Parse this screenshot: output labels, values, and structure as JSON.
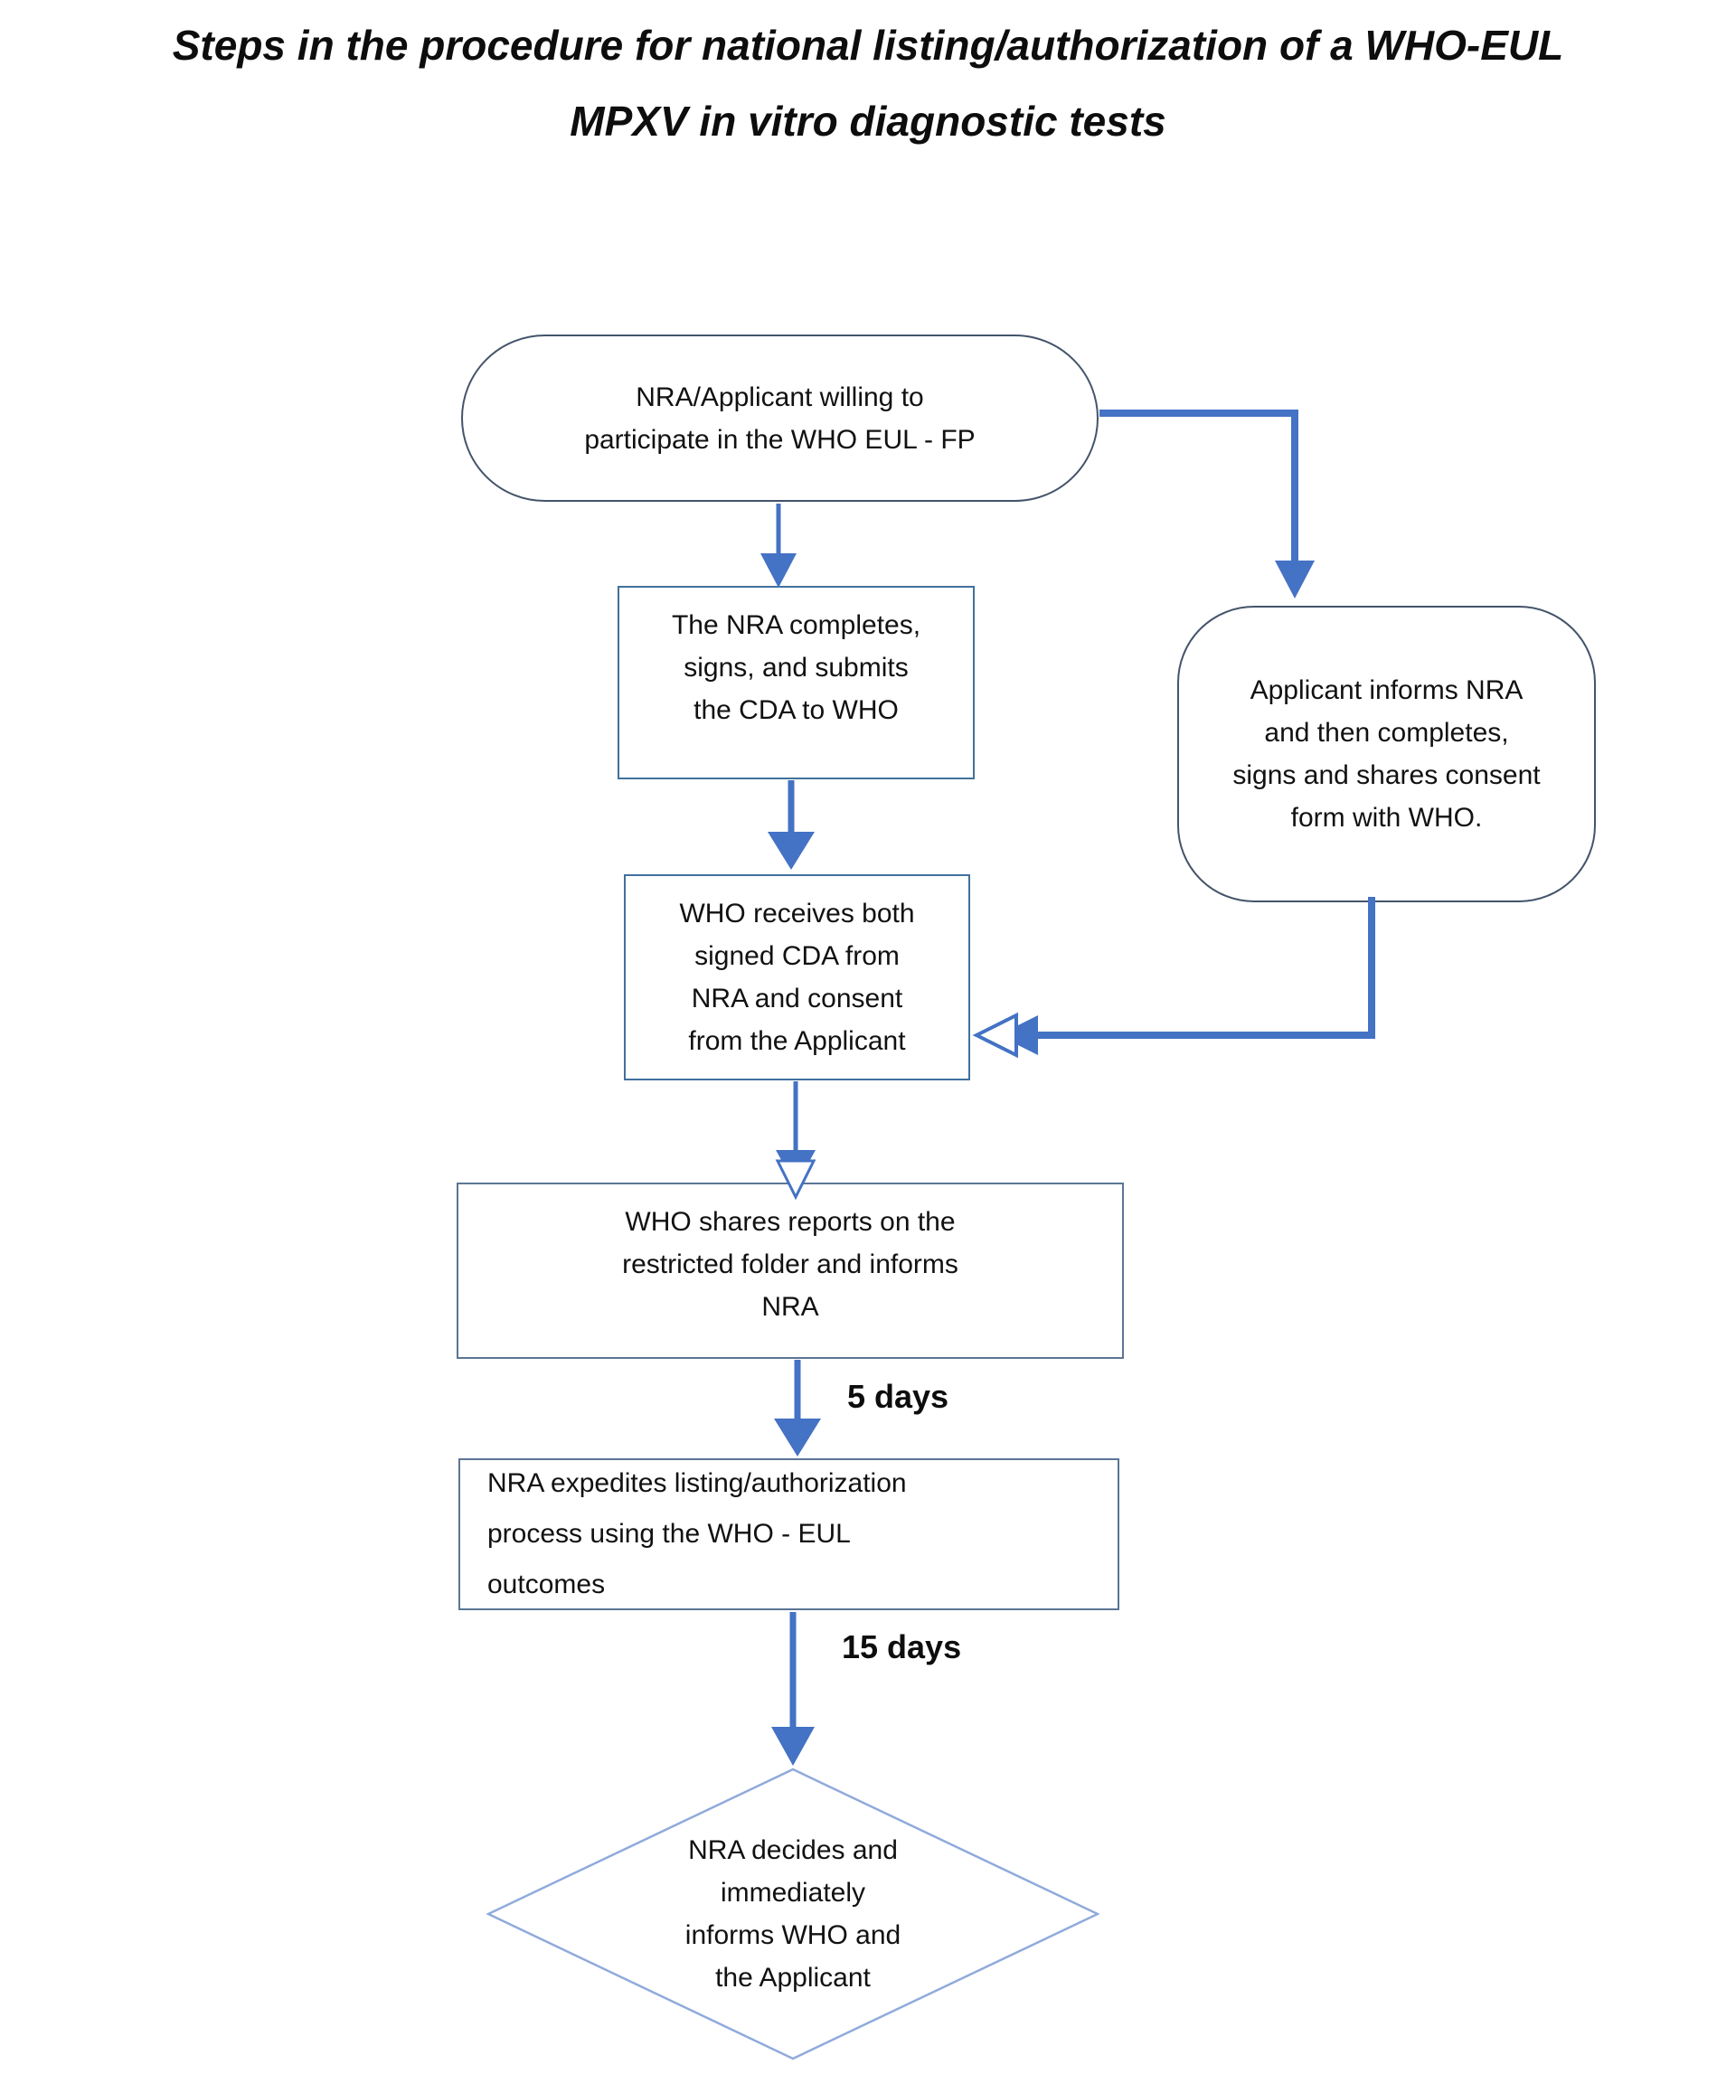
{
  "title": "Steps in the procedure for national listing/authorization of a WHO-EUL\nMPXV in vitro diagnostic tests",
  "nodes": {
    "start": {
      "shape": "terminator",
      "label": "NRA/Applicant willing to\nparticipate in the WHO EUL - FP"
    },
    "nra_submits_cda": {
      "shape": "process",
      "label": "The NRA completes,\nsigns, and submits\nthe CDA to WHO"
    },
    "applicant_consent": {
      "shape": "terminator",
      "label": "Applicant informs NRA\nand then completes,\nsigns and shares consent\nform with WHO."
    },
    "who_receives": {
      "shape": "process",
      "label": "WHO receives both\nsigned CDA from\nNRA and consent\nfrom the Applicant"
    },
    "who_shares": {
      "shape": "process",
      "label": "WHO shares reports on the\nrestricted folder and informs\nNRA"
    },
    "nra_expedites": {
      "shape": "process",
      "label": "NRA expedites listing/authorization\nprocess using the WHO - EUL\noutcomes"
    },
    "nra_decides": {
      "shape": "decision",
      "label": "NRA decides and\nimmediately\ninforms WHO and\nthe Applicant"
    }
  },
  "edge_labels": {
    "who_shares_to_nra_expedites": "5 days",
    "nra_expedites_to_nra_decides": "15 days"
  },
  "colors": {
    "terminator_border": "#44546A",
    "process_border": "#41719C",
    "process_border_light": "#5B7595",
    "decision_border": "#8FAADC",
    "arrow_color": "#4472C4",
    "text_color": "#111111"
  }
}
